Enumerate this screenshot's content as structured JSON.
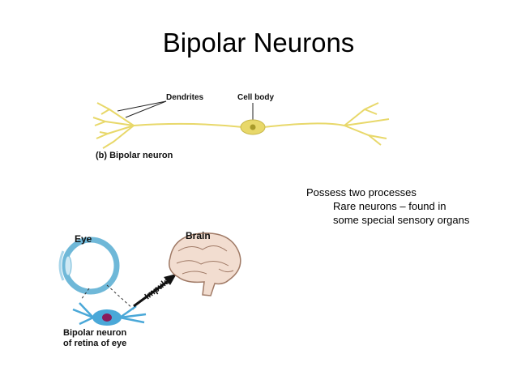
{
  "slide": {
    "title": "Bipolar Neurons",
    "bullets": [
      {
        "text": "Possess two processes",
        "sub": [
          "Rare neurons – found in",
          "some special sensory organs"
        ]
      }
    ]
  },
  "figure_neuron": {
    "labels": {
      "dendrites": "Dendrites",
      "cell_body": "Cell body",
      "caption": "(b) Bipolar neuron"
    },
    "colors": {
      "neuron": "#e8d86a",
      "nucleus": "#a89a2a"
    }
  },
  "figure_retina": {
    "labels": {
      "eye": "Eye",
      "brain": "Brain",
      "impulse": "Impulse",
      "caption_line1": "Bipolar neuron",
      "caption_line2": "of retina of eye"
    },
    "colors": {
      "eye": "#6fb8d8",
      "neuron": "#4aa8d8",
      "nucleus": "#8a1a5a"
    }
  }
}
